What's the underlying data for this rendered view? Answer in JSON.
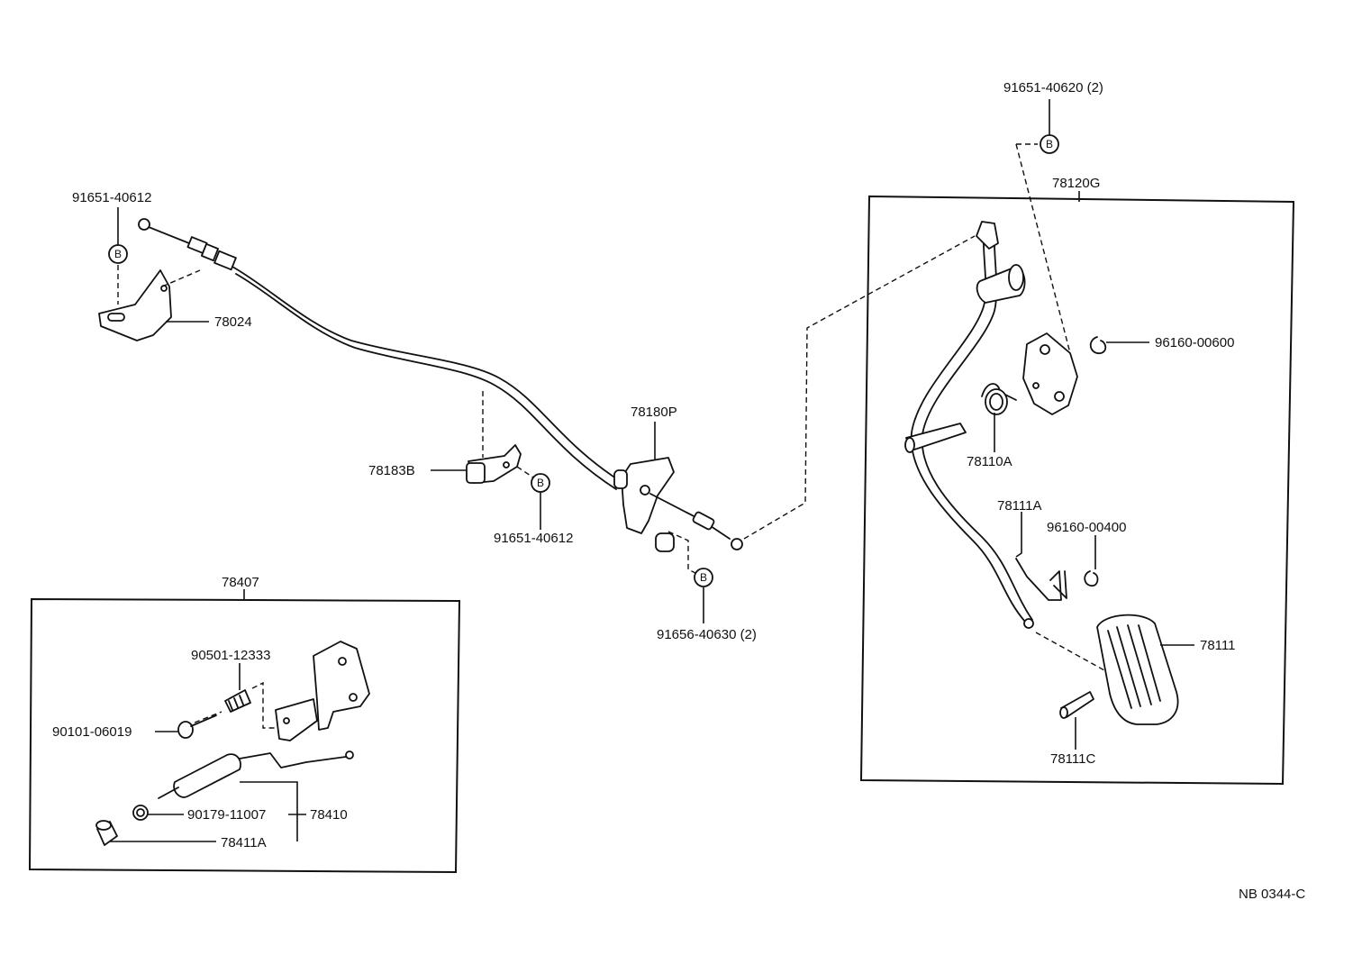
{
  "reference_code": "NB 0344-C",
  "bolt_symbol_letter": "B",
  "labels": {
    "p91651_40620_2": "91651-40620 (2)",
    "p78120G": "78120G",
    "p91651_40612_top": "91651-40612",
    "p78024": "78024",
    "p96160_00600": "96160-00600",
    "p78180P": "78180P",
    "p78110A": "78110A",
    "p78183B": "78183B",
    "p91651_40612_mid": "91651-40612",
    "p78111A": "78111A",
    "p96160_00400": "96160-00400",
    "p78407": "78407",
    "p91656_40630_2": "91656-40630 (2)",
    "p78111": "78111",
    "p90501_12333": "90501-12333",
    "p90101_06019": "90101-06019",
    "p78111C": "78111C",
    "p90179_11007": "90179-11007",
    "p78410": "78410",
    "p78411A": "78411A"
  }
}
